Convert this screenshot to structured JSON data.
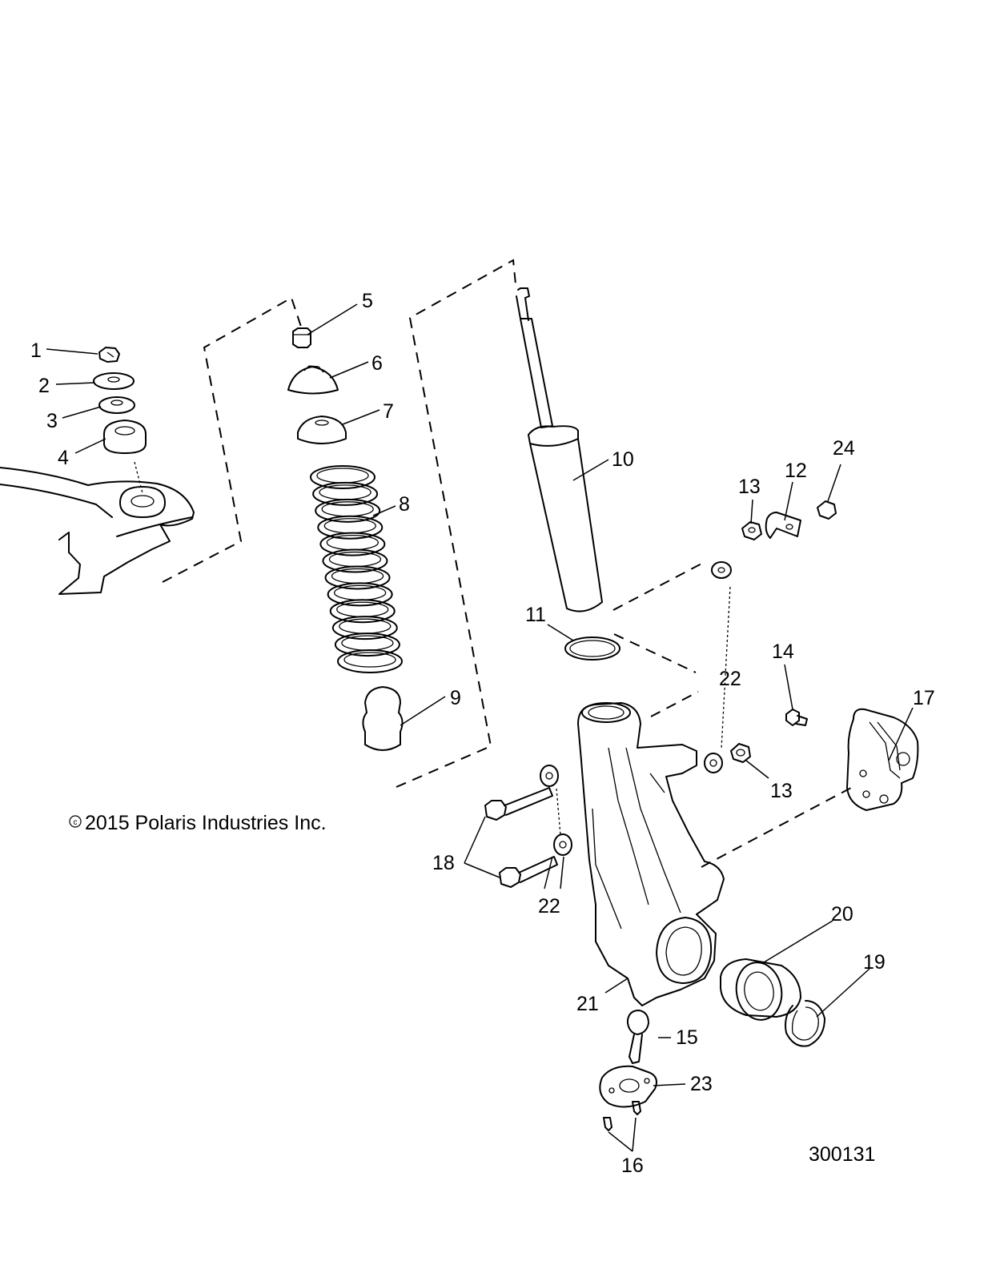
{
  "copyright": "2015 Polaris Industries Inc.",
  "copyright_symbol": "c",
  "diagram_number": "300131",
  "callouts": [
    {
      "id": "c1",
      "label": "1"
    },
    {
      "id": "c2",
      "label": "2"
    },
    {
      "id": "c3",
      "label": "3"
    },
    {
      "id": "c4",
      "label": "4"
    },
    {
      "id": "c5",
      "label": "5"
    },
    {
      "id": "c6",
      "label": "6"
    },
    {
      "id": "c7",
      "label": "7"
    },
    {
      "id": "c8",
      "label": "8"
    },
    {
      "id": "c9",
      "label": "9"
    },
    {
      "id": "c10",
      "label": "10"
    },
    {
      "id": "c11",
      "label": "11"
    },
    {
      "id": "c12",
      "label": "12"
    },
    {
      "id": "c13a",
      "label": "13"
    },
    {
      "id": "c13b",
      "label": "13"
    },
    {
      "id": "c14",
      "label": "14"
    },
    {
      "id": "c15",
      "label": "15"
    },
    {
      "id": "c16",
      "label": "16"
    },
    {
      "id": "c17",
      "label": "17"
    },
    {
      "id": "c18",
      "label": "18"
    },
    {
      "id": "c19",
      "label": "19"
    },
    {
      "id": "c20",
      "label": "20"
    },
    {
      "id": "c21",
      "label": "21"
    },
    {
      "id": "c22a",
      "label": "22"
    },
    {
      "id": "c22b",
      "label": "22"
    },
    {
      "id": "c23",
      "label": "23"
    },
    {
      "id": "c24",
      "label": "24"
    }
  ]
}
